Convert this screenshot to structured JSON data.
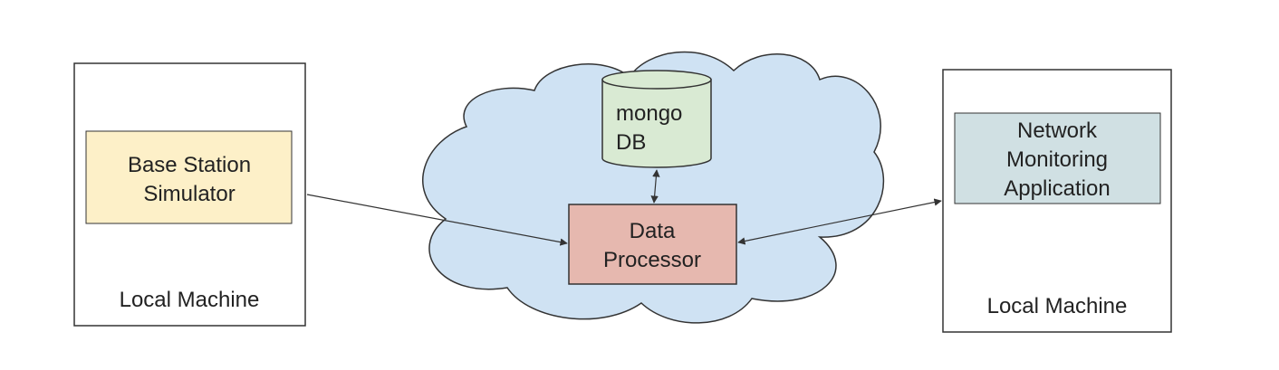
{
  "left_machine": {
    "label": "Local Machine",
    "component": {
      "lines": [
        "Base Station",
        "Simulator"
      ],
      "fill": "#fdf0c8"
    }
  },
  "cloud": {
    "fill": "#cfe2f3",
    "database": {
      "lines": [
        "mongo",
        "DB"
      ],
      "fill": "#d9ead3"
    },
    "processor": {
      "lines": [
        "Data",
        "Processor"
      ],
      "fill": "#e6b8af"
    }
  },
  "right_machine": {
    "label": "Local Machine",
    "component": {
      "lines": [
        "Network",
        "Monitoring",
        "Application"
      ],
      "fill": "#d0e0e3"
    }
  },
  "colors": {
    "stroke": "#333333",
    "text": "#222222",
    "box_border": "#333333",
    "background": "#ffffff"
  }
}
